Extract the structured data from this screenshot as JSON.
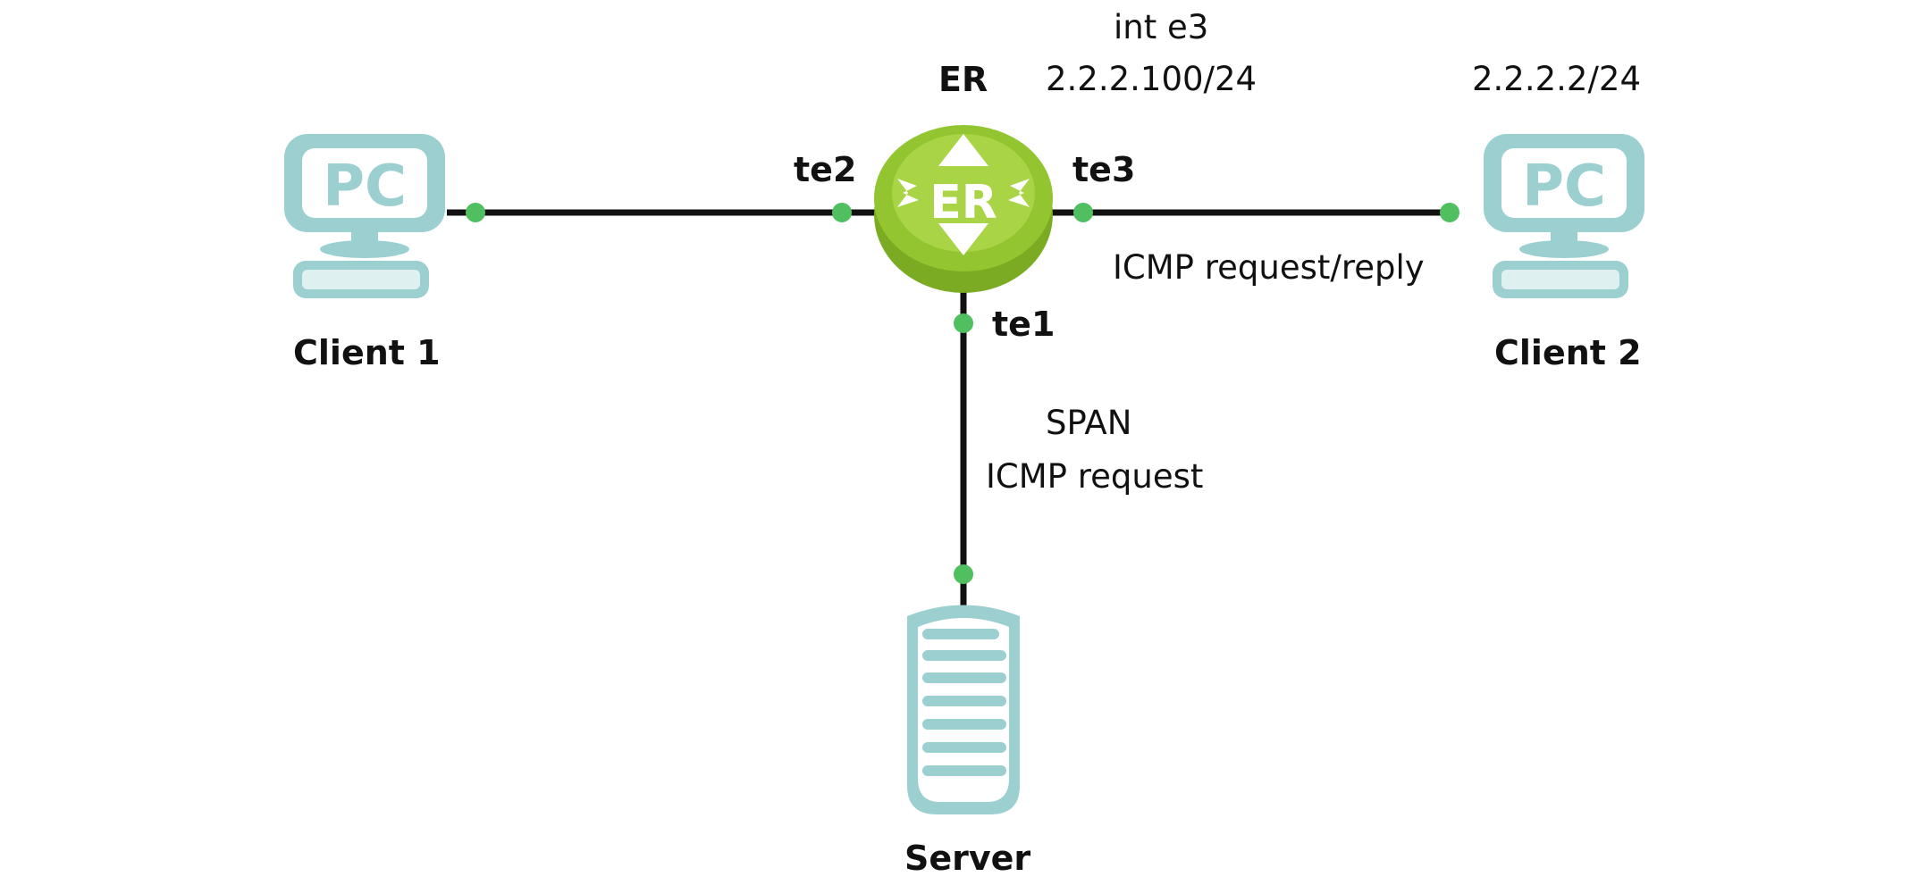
{
  "nodes": {
    "client1": {
      "label": "Client 1",
      "icon_text": "PC",
      "icon": "pc-icon"
    },
    "client2": {
      "label": "Client 2",
      "icon_text": "PC",
      "icon": "pc-icon",
      "ip": "2.2.2.2/24"
    },
    "router": {
      "label": "ER",
      "icon_text": "ER",
      "icon": "router-icon",
      "interface_name": "int e3",
      "interface_ip": "2.2.2.100/24"
    },
    "server": {
      "label": "Server",
      "icon": "server-icon"
    }
  },
  "ports": {
    "te1": "te1",
    "te2": "te2",
    "te3": "te3"
  },
  "annotations": {
    "icmp_request_reply": "ICMP request/reply",
    "span": "SPAN",
    "icmp_request": "ICMP request"
  },
  "colors": {
    "link": "#111111",
    "port_dot": "#4fbf5f",
    "device_teal": "#9ccfd0",
    "device_light": "#dff0f0",
    "router_green": "#93c531",
    "router_dark": "#7aab22"
  }
}
